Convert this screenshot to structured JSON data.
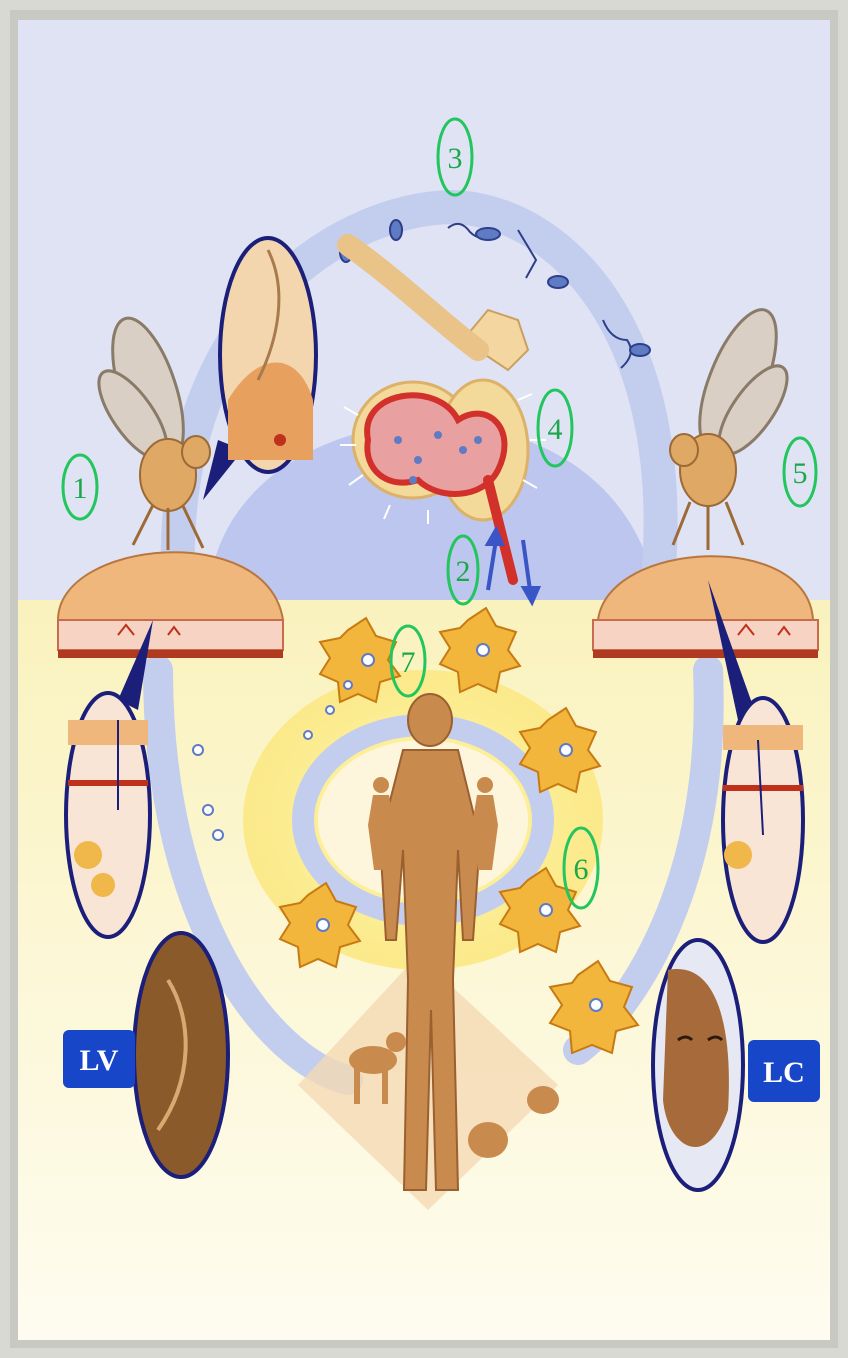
{
  "stages": [
    {
      "id": "1",
      "label": "1"
    },
    {
      "id": "2",
      "label": "2"
    },
    {
      "id": "3",
      "label": "3"
    },
    {
      "id": "4",
      "label": "4"
    },
    {
      "id": "5",
      "label": "5"
    },
    {
      "id": "6",
      "label": "6"
    },
    {
      "id": "7",
      "label": "7"
    }
  ],
  "badges": {
    "left": "LV",
    "right": "LC"
  },
  "colors": {
    "sky": "#dfe3f3",
    "ground": "#fbf4c6",
    "cycle_arrow": "#b9c6ec",
    "stage_circle": "#22c55e",
    "badge": "#1746c9",
    "lens_border": "#1b1f7a",
    "skin": "#f3c896",
    "flesh": "#c98a4e"
  }
}
